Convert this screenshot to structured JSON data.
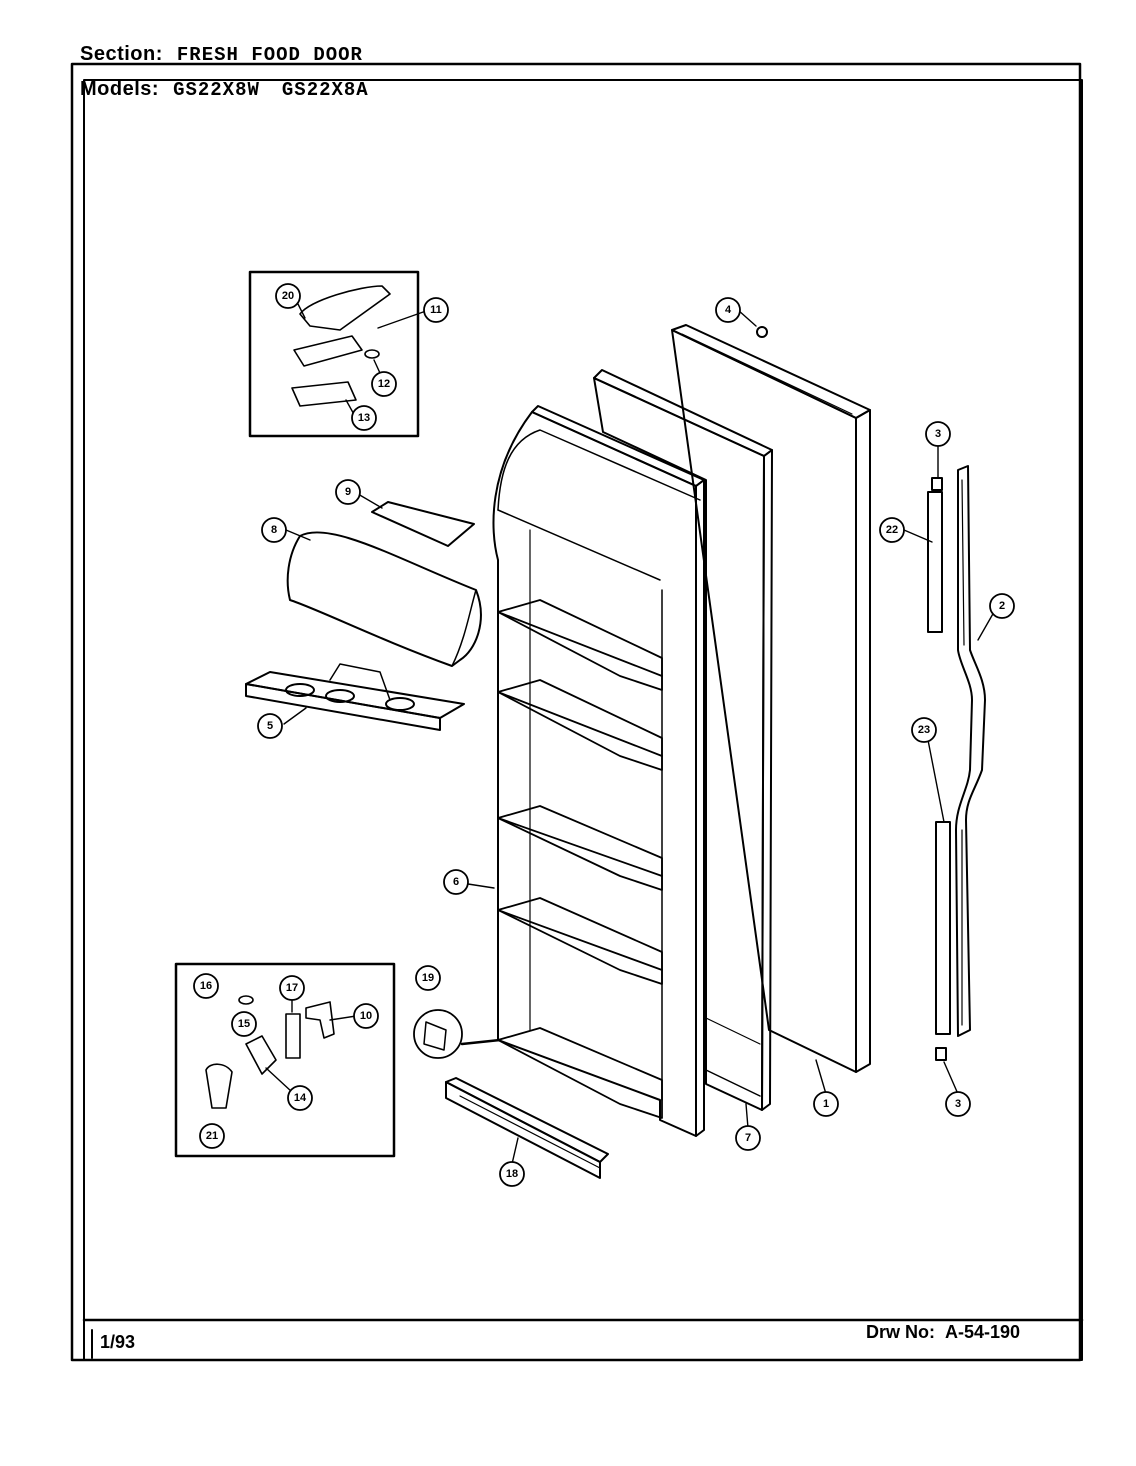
{
  "header": {
    "section_label": "Section:",
    "section_value": "FRESH FOOD DOOR",
    "models_label": "Models:",
    "model_1": "GS22X8W",
    "model_2": "GS22X8A"
  },
  "footer": {
    "date": "1/93",
    "drawing_label": "Drw No:",
    "drawing_number": "A-54-190"
  },
  "callouts": {
    "c1": "1",
    "c2": "2",
    "c3a": "3",
    "c3b": "3",
    "c4": "4",
    "c5": "5",
    "c6": "6",
    "c7": "7",
    "c8": "8",
    "c9": "9",
    "c10": "10",
    "c11": "11",
    "c12": "12",
    "c13": "13",
    "c14": "14",
    "c15": "15",
    "c16": "16",
    "c17": "17",
    "c18": "18",
    "c19": "19",
    "c20": "20",
    "c21": "21",
    "c22": "22",
    "c23": "23"
  }
}
